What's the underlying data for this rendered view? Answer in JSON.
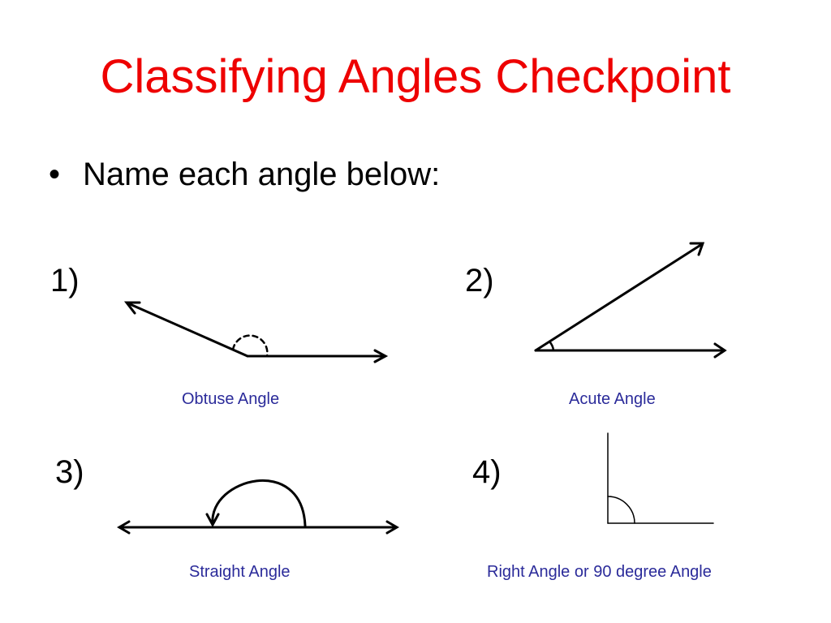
{
  "slide": {
    "title": "Classifying Angles Checkpoint",
    "bullet_symbol": "•",
    "bullet_text": "Name each angle below:"
  },
  "colors": {
    "title": "#ee0000",
    "caption": "#2b2b9a",
    "lines": "#000000"
  },
  "problems": [
    {
      "number": "1)",
      "caption": "Obtuse Angle"
    },
    {
      "number": "2)",
      "caption": "Acute Angle"
    },
    {
      "number": "3)",
      "caption": "Straight Angle"
    },
    {
      "number": "4)",
      "caption": "Right Angle or 90 degree Angle"
    }
  ]
}
